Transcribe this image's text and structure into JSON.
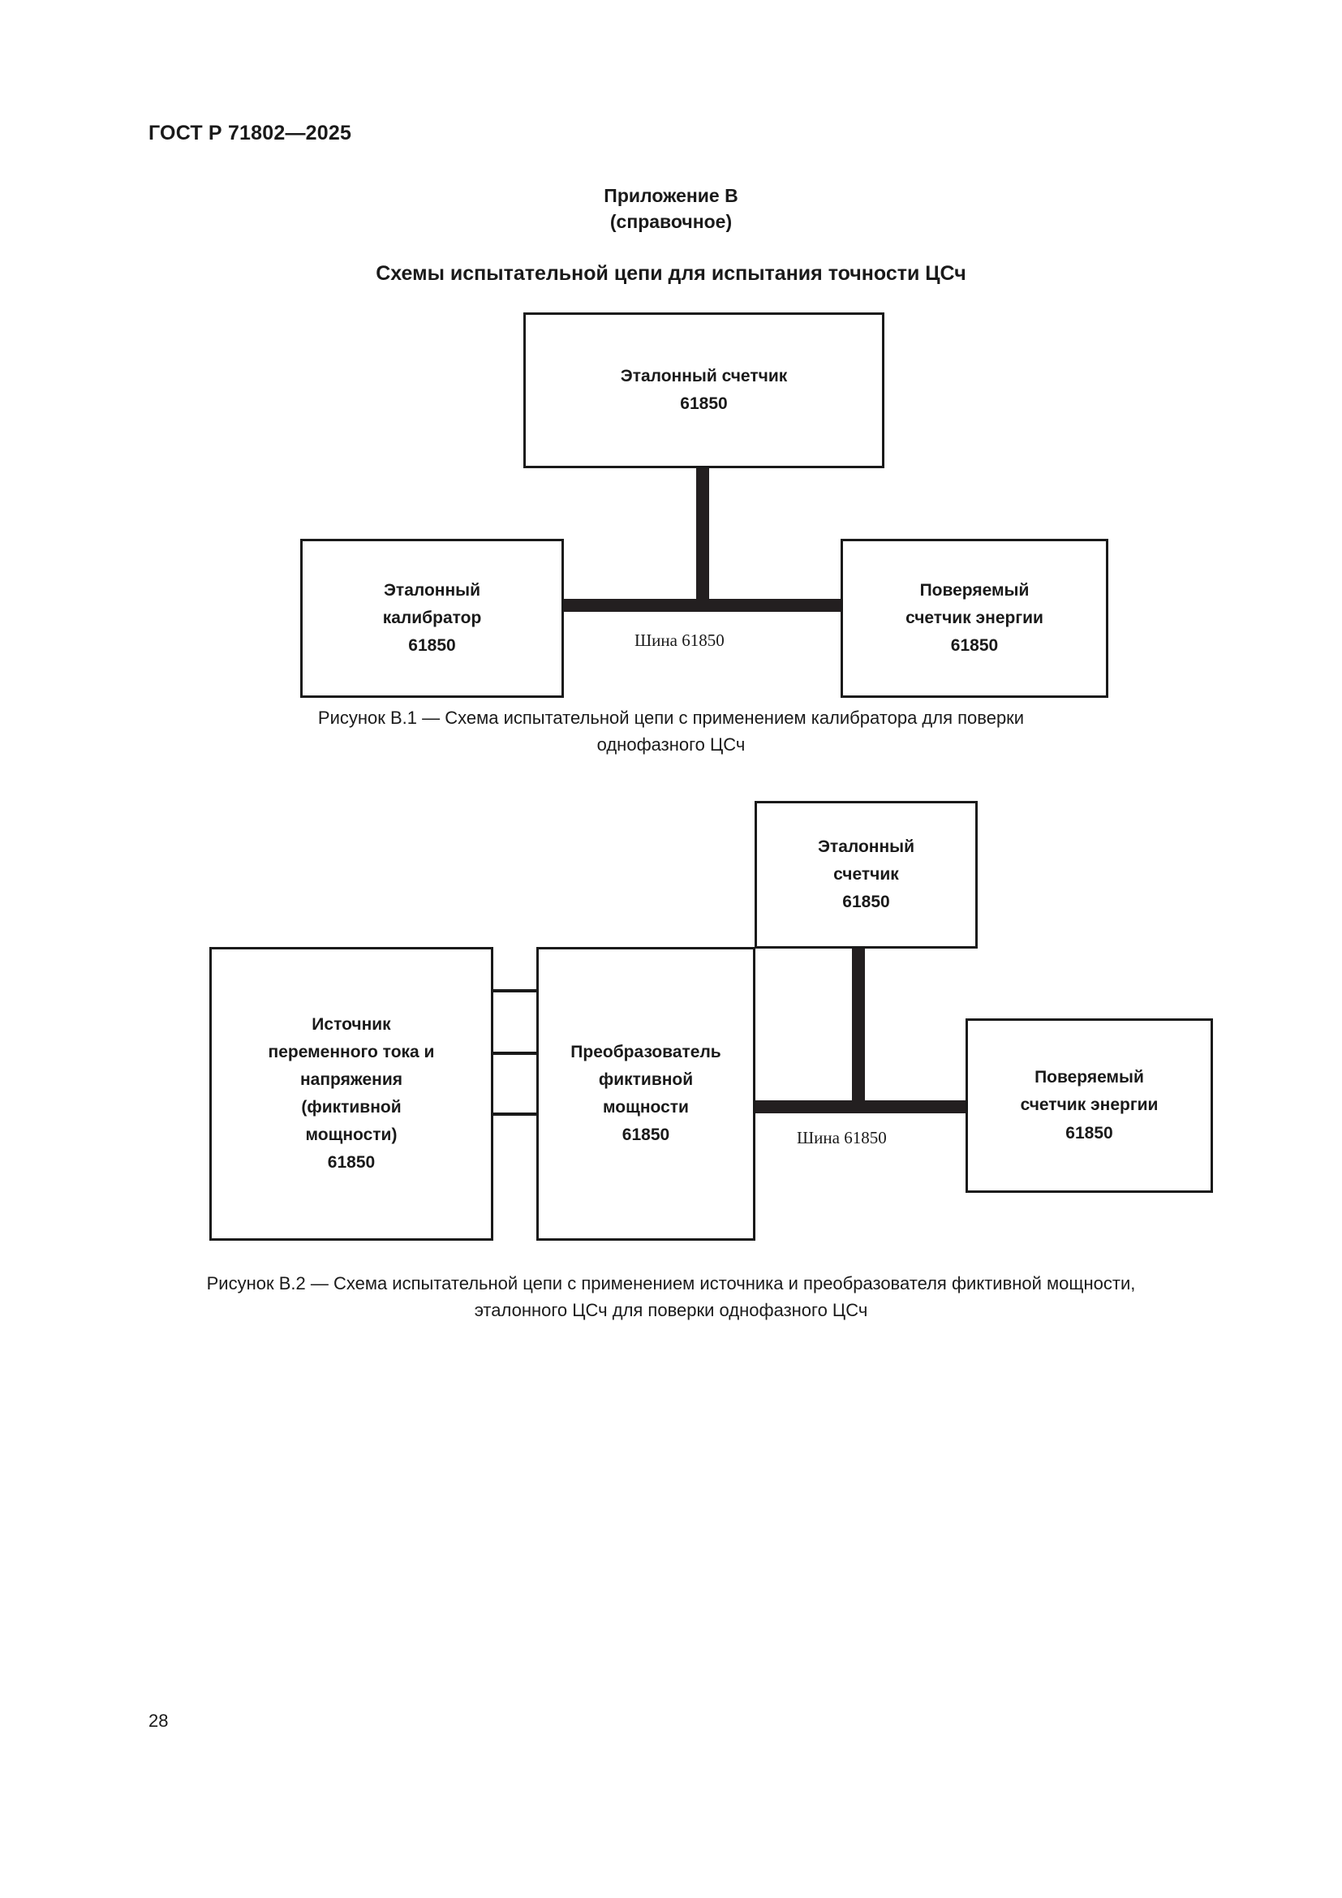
{
  "document": {
    "header": "ГОСТ Р 71802—2025",
    "page_number": "28"
  },
  "appendix": {
    "title": "Приложение В",
    "subtitle": "(справочное)",
    "section_heading": "Схемы испытательной цепи для испытания точности ЦСч"
  },
  "figures": [
    {
      "id": "figure-b1",
      "caption_line1": "Рисунок В.1 — Схема испытательной цепи с применением калибратора для поверки",
      "caption_line2": "однофазного ЦСч",
      "bus_label": "Шина 61850",
      "nodes": {
        "reference_meter": {
          "line1": "Эталонный счетчик",
          "line2": "61850"
        },
        "reference_calibrator": {
          "line1": "Эталонный",
          "line2": "калибратор",
          "line3": "61850"
        },
        "meter_under_test": {
          "line1": "Поверяемый",
          "line2": "счетчик энергии",
          "line3": "61850"
        }
      }
    },
    {
      "id": "figure-b2",
      "caption_line1": "Рисунок В.2 — Схема испытательной цепи с применением источника и преобразователя фиктивной мощности,",
      "caption_line2": "эталонного ЦСч для поверки однофазного ЦСч",
      "bus_label": "Шина 61850",
      "nodes": {
        "reference_meter": {
          "line1": "Эталонный",
          "line2": "счетчик",
          "line3": "61850"
        },
        "source": {
          "line1": "Источник",
          "line2": "переменного тока и",
          "line3": "напряжения",
          "line4": "(фиктивной",
          "line5": "мощности)",
          "line6": "61850"
        },
        "converter": {
          "line1": "Преобразователь",
          "line2": "фиктивной",
          "line3": "мощности",
          "line4": "61850"
        },
        "meter_under_test": {
          "line1": "Поверяемый",
          "line2": "счетчик энергии",
          "line3": "61850"
        }
      }
    }
  ],
  "colors": {
    "ink": "#1a1a1a",
    "bus": "#231f20",
    "paper": "#ffffff"
  },
  "chart_data": {
    "type": "diagram",
    "title": "Схемы испытательной цепи для испытания точности ЦСч",
    "diagrams": [
      {
        "name": "Рисунок В.1",
        "blocks": [
          "Эталонный счетчик 61850",
          "Эталонный калибратор 61850",
          "Поверяемый счетчик энергии 61850"
        ],
        "connector": "Шина 61850",
        "edges": [
          [
            "Эталонный счетчик 61850",
            "Шина 61850"
          ],
          [
            "Эталонный калибратор 61850",
            "Шина 61850"
          ],
          [
            "Шина 61850",
            "Поверяемый счетчик энергии 61850"
          ]
        ]
      },
      {
        "name": "Рисунок В.2",
        "blocks": [
          "Эталонный счетчик 61850",
          "Источник переменного тока и напряжения (фиктивной мощности) 61850",
          "Преобразователь фиктивной мощности 61850",
          "Поверяемый счетчик энергии 61850"
        ],
        "connector": "Шина 61850",
        "edges": [
          [
            "Источник переменного тока и напряжения (фиктивной мощности) 61850",
            "Преобразователь фиктивной мощности 61850"
          ],
          [
            "Преобразователь фиктивной мощности 61850",
            "Шина 61850"
          ],
          [
            "Эталонный счетчик 61850",
            "Шина 61850"
          ],
          [
            "Шина 61850",
            "Поверяемый счетчик энергии 61850"
          ]
        ]
      }
    ]
  }
}
